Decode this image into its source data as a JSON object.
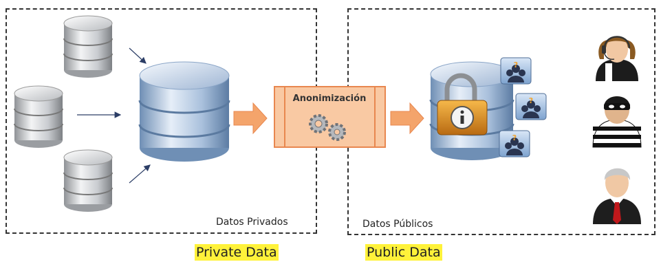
{
  "private_section": {
    "label": "Datos Privados"
  },
  "public_section": {
    "label": "Datos Públicos"
  },
  "process": {
    "label": "Anonimización"
  },
  "captions": {
    "private": "Private Data",
    "public": "Public Data"
  },
  "icons": {
    "source_db": "database-icon",
    "combined_db": "database-icon",
    "gears": "gears-icon",
    "lock": "padlock-icon",
    "info": "info-icon",
    "user_card": "anonymous-user-icon",
    "operator": "support-operator-icon",
    "thief": "burglar-icon",
    "executive": "businessman-icon"
  },
  "colors": {
    "process_fill": "#f9c9a3",
    "process_border": "#e8874f",
    "arrow": "#f4a46b",
    "highlight": "#fff23a"
  }
}
